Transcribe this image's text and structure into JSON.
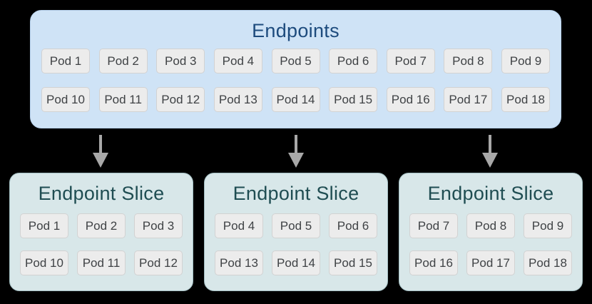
{
  "colors": {
    "page_bg": "#000000",
    "endpoints_fill": "#cfe3f6",
    "endpoints_border": "#b9d3ee",
    "endpoints_title": "#1d4b7d",
    "slice_fill": "#d8e7e9",
    "slice_border": "#a2bec2",
    "slice_title": "#1f4d52",
    "pod_fill": "#ececec",
    "pod_border": "#d2d2d2",
    "pod_text": "#3f4245",
    "arrow": "#a8a8a8"
  },
  "endpoints": {
    "title": "Endpoints",
    "pods": [
      "Pod 1",
      "Pod 2",
      "Pod 3",
      "Pod 4",
      "Pod 5",
      "Pod 6",
      "Pod 7",
      "Pod 8",
      "Pod 9",
      "Pod 10",
      "Pod 11",
      "Pod 12",
      "Pod 13",
      "Pod 14",
      "Pod 15",
      "Pod 16",
      "Pod 17",
      "Pod 18"
    ]
  },
  "slices": [
    {
      "title": "Endpoint Slice",
      "pods": [
        "Pod 1",
        "Pod 2",
        "Pod 3",
        "Pod 10",
        "Pod 11",
        "Pod 12"
      ]
    },
    {
      "title": "Endpoint Slice",
      "pods": [
        "Pod 4",
        "Pod 5",
        "Pod 6",
        "Pod 13",
        "Pod 14",
        "Pod 15"
      ]
    },
    {
      "title": "Endpoint Slice",
      "pods": [
        "Pod 7",
        "Pod 8",
        "Pod 9",
        "Pod 16",
        "Pod 17",
        "Pod 18"
      ]
    }
  ]
}
